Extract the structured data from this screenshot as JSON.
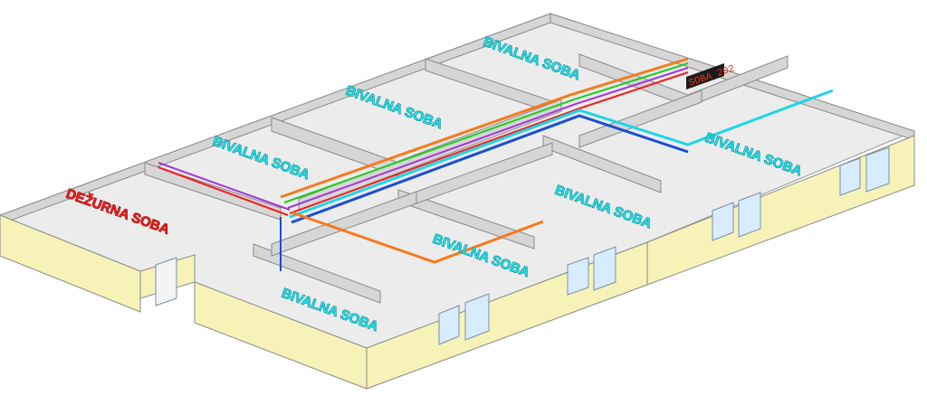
{
  "rooms": {
    "duty_room": "DEŽURNA SOBA",
    "living_rooms": [
      "BIVALNA SOBA",
      "BIVALNA SOBA",
      "BIVALNA SOBA",
      "BIVALNA SOBA",
      "BIVALNA SOBA",
      "BIVALNA SOBA",
      "BIVALNA SOBA"
    ]
  },
  "corridor_display": "SOBA 202",
  "colors": {
    "exterior_wall": "#f7f3b8",
    "interior_wall": "#d4d4d4",
    "floor": "#ececec",
    "cable_orange": "#f7791e",
    "cable_blue": "#1a4fd0",
    "cable_cyan": "#1fd6e6",
    "cable_purple": "#a23ad8",
    "cable_red": "#ee2020",
    "cable_green": "#22cc22",
    "label_living": "#19e0e8",
    "label_duty": "#ee1c1c"
  }
}
